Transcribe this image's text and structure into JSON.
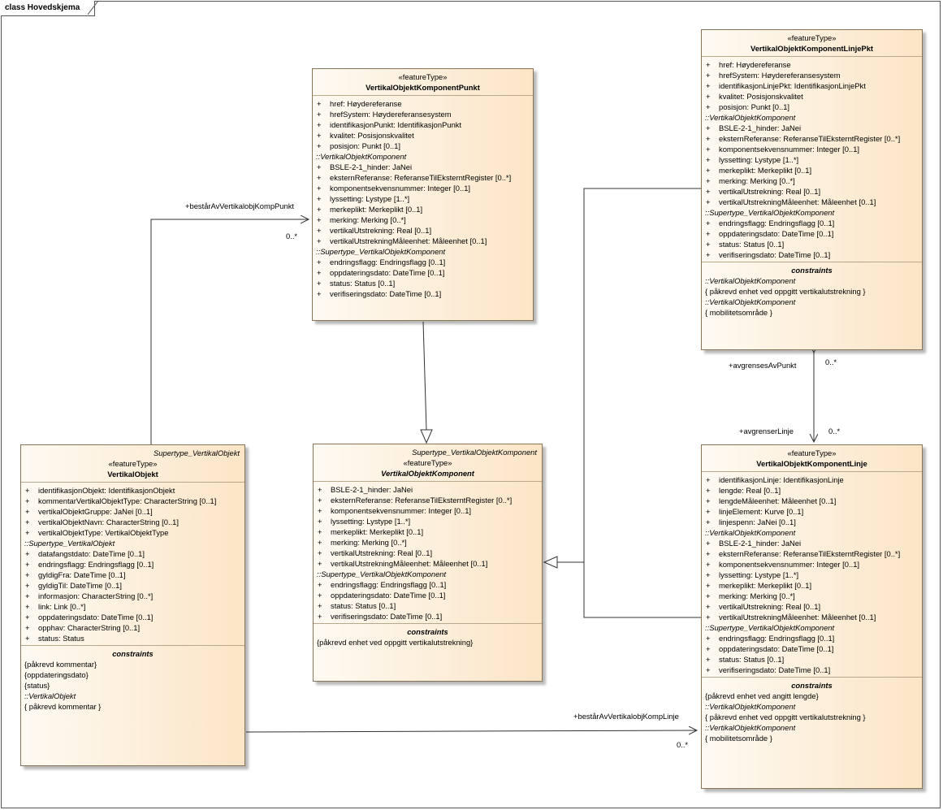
{
  "frame": {
    "title": "class Hovedskjema"
  },
  "classes": {
    "punkt": {
      "stereotype": "«featureType»",
      "name": "VertikalObjektKomponentPunkt",
      "groups": [
        {
          "title": "",
          "attrs": [
            {
              "vis": "+",
              "text": "href: Høydereferanse"
            },
            {
              "vis": "+",
              "text": "hrefSystem: Høydereferansesystem"
            },
            {
              "vis": "+",
              "text": "identifikasjonPunkt: IdentifikasjonPunkt"
            },
            {
              "vis": "+",
              "text": "kvalitet: Posisjonskvalitet"
            },
            {
              "vis": "+",
              "text": "posisjon: Punkt [0..1]"
            }
          ]
        },
        {
          "title": "::VertikalObjektKomponent",
          "attrs": [
            {
              "vis": "+",
              "text": "BSLE-2-1_hinder: JaNei"
            },
            {
              "vis": "+",
              "text": "eksternReferanse: ReferanseTilEksterntRegister [0..*]"
            },
            {
              "vis": "+",
              "text": "komponentsekvensnummer: Integer [0..1]"
            },
            {
              "vis": "+",
              "text": "lyssetting: Lystype [1..*]"
            },
            {
              "vis": "+",
              "text": "merkeplikt: Merkeplikt [0..1]"
            },
            {
              "vis": "+",
              "text": "merking: Merking [0..*]"
            },
            {
              "vis": "+",
              "text": "vertikalUtstrekning: Real [0..1]"
            },
            {
              "vis": "+",
              "text": "vertikalUtstrekningMåleenhet: Måleenhet [0..1]"
            }
          ]
        },
        {
          "title": "::Supertype_VertikalObjektKomponent",
          "attrs": [
            {
              "vis": "+",
              "text": "endringsflagg: Endringsflagg [0..1]"
            },
            {
              "vis": "+",
              "text": "oppdateringsdato: DateTime [0..1]"
            },
            {
              "vis": "+",
              "text": "status: Status [0..1]"
            },
            {
              "vis": "+",
              "text": "verifiseringsdato: DateTime [0..1]"
            }
          ]
        }
      ]
    },
    "linjepkt": {
      "stereotype": "«featureType»",
      "name": "VertikalObjektKomponentLinjePkt",
      "groups": [
        {
          "title": "",
          "attrs": [
            {
              "vis": "+",
              "text": "href: Høydereferanse"
            },
            {
              "vis": "+",
              "text": "hrefSystem: Høydereferansesystem"
            },
            {
              "vis": "+",
              "text": "identifikasjonLinjePkt: IdentifikasjonLinjePkt"
            },
            {
              "vis": "+",
              "text": "kvalitet: Posisjonskvalitet"
            },
            {
              "vis": "+",
              "text": "posisjon: Punkt [0..1]"
            }
          ]
        },
        {
          "title": "::VertikalObjektKomponent",
          "attrs": [
            {
              "vis": "+",
              "text": "BSLE-2-1_hinder: JaNei"
            },
            {
              "vis": "+",
              "text": "eksternReferanse: ReferanseTilEksterntRegister [0..*]"
            },
            {
              "vis": "+",
              "text": "komponentsekvensnummer: Integer [0..1]"
            },
            {
              "vis": "+",
              "text": "lyssetting: Lystype [1..*]"
            },
            {
              "vis": "+",
              "text": "merkeplikt: Merkeplikt [0..1]"
            },
            {
              "vis": "+",
              "text": "merking: Merking [0..*]"
            },
            {
              "vis": "+",
              "text": "vertikalUtstrekning: Real [0..1]"
            },
            {
              "vis": "+",
              "text": "vertikalUtstrekningMåleenhet: Måleenhet [0..1]"
            }
          ]
        },
        {
          "title": "::Supertype_VertikalObjektKomponent",
          "attrs": [
            {
              "vis": "+",
              "text": "endringsflagg: Endringsflagg [0..1]"
            },
            {
              "vis": "+",
              "text": "oppdateringsdato: DateTime [0..1]"
            },
            {
              "vis": "+",
              "text": "status: Status [0..1]"
            },
            {
              "vis": "+",
              "text": "verifiseringsdato: DateTime [0..1]"
            }
          ]
        }
      ],
      "constraints": {
        "title": "constraints",
        "lines": [
          {
            "italic": true,
            "text": "::VertikalObjektKomponent"
          },
          {
            "italic": false,
            "text": "{ påkrevd enhet ved oppgitt vertikalutstrekning }"
          },
          {
            "italic": true,
            "text": "::VertikalObjektKomponent"
          },
          {
            "italic": false,
            "text": "{ mobilitetsområde }"
          }
        ]
      }
    },
    "objekt": {
      "supertype": "Supertype_VertikalObjekt",
      "stereotype": "«featureType»",
      "name": "VertikalObjekt",
      "groups": [
        {
          "title": "",
          "attrs": [
            {
              "vis": "+",
              "text": "identifikasjonObjekt: IdentifikasjonObjekt"
            },
            {
              "vis": "+",
              "text": "kommentarVertikalObjektType: CharacterString [0..1]"
            },
            {
              "vis": "+",
              "text": "vertikalObjektGruppe: JaNei [0..1]"
            },
            {
              "vis": "+",
              "text": "vertikalObjektNavn: CharacterString [0..1]"
            },
            {
              "vis": "+",
              "text": "vertikalObjektType: VertikalObjektType"
            }
          ]
        },
        {
          "title": "::Supertype_VertikalObjekt",
          "attrs": [
            {
              "vis": "+",
              "text": "datafangstdato: DateTime [0..1]"
            },
            {
              "vis": "+",
              "text": "endringsflagg: Endringsflagg [0..1]"
            },
            {
              "vis": "+",
              "text": "gyldigFra: DateTime [0..1]"
            },
            {
              "vis": "+",
              "text": "gyldigTil: DateTime [0..1]"
            },
            {
              "vis": "+",
              "text": "informasjon: CharacterString [0..*]"
            },
            {
              "vis": "+",
              "text": "link: Link [0..*]"
            },
            {
              "vis": "+",
              "text": "oppdateringsdato: DateTime [0..1]"
            },
            {
              "vis": "+",
              "text": "opphav: CharacterString [0..1]"
            },
            {
              "vis": "+",
              "text": "status: Status"
            }
          ]
        }
      ],
      "constraints": {
        "title": "constraints",
        "lines": [
          {
            "italic": false,
            "text": "{påkrevd kommentar}"
          },
          {
            "italic": false,
            "text": "{oppdateringsdato}"
          },
          {
            "italic": false,
            "text": "{status}"
          },
          {
            "italic": true,
            "text": "::VertikalObjekt"
          },
          {
            "italic": false,
            "text": "{ påkrevd kommentar }"
          }
        ]
      }
    },
    "komponent": {
      "supertype": "Supertype_VertikalObjektKomponent",
      "stereotype": "«featureType»",
      "name": "VertikalObjektKomponent",
      "groups": [
        {
          "title": "",
          "attrs": [
            {
              "vis": "+",
              "text": "BSLE-2-1_hinder: JaNei"
            },
            {
              "vis": "+",
              "text": "eksternReferanse: ReferanseTilEksterntRegister [0..*]"
            },
            {
              "vis": "+",
              "text": "komponentsekvensnummer: Integer [0..1]"
            },
            {
              "vis": "+",
              "text": "lyssetting: Lystype [1..*]"
            },
            {
              "vis": "+",
              "text": "merkeplikt: Merkeplikt [0..1]"
            },
            {
              "vis": "+",
              "text": "merking: Merking [0..*]"
            },
            {
              "vis": "+",
              "text": "vertikalUtstrekning: Real [0..1]"
            },
            {
              "vis": "+",
              "text": "vertikalUtstrekningMåleenhet: Måleenhet [0..1]"
            }
          ]
        },
        {
          "title": "::Supertype_VertikalObjektKomponent",
          "attrs": [
            {
              "vis": "+",
              "text": "endringsflagg: Endringsflagg [0..1]"
            },
            {
              "vis": "+",
              "text": "oppdateringsdato: DateTime [0..1]"
            },
            {
              "vis": "+",
              "text": "status: Status [0..1]"
            },
            {
              "vis": "+",
              "text": "verifiseringsdato: DateTime [0..1]"
            }
          ]
        }
      ],
      "constraints": {
        "title": "constraints",
        "lines": [
          {
            "italic": false,
            "text": "{påkrevd enhet ved oppgitt vertikalutstrekning}"
          }
        ]
      }
    },
    "linje": {
      "stereotype": "«featureType»",
      "name": "VertikalObjektKomponentLinje",
      "groups": [
        {
          "title": "",
          "attrs": [
            {
              "vis": "+",
              "text": "identifikasjonLinje: IdentifikasjonLinje"
            },
            {
              "vis": "+",
              "text": "lengde: Real [0..1]"
            },
            {
              "vis": "+",
              "text": "lengdeMåleenhet: Måleenhet [0..1]"
            },
            {
              "vis": "+",
              "text": "linjeElement: Kurve [0..1]"
            },
            {
              "vis": "+",
              "text": "linjespenn: JaNei [0..1]"
            }
          ]
        },
        {
          "title": "::VertikalObjektKomponent",
          "attrs": [
            {
              "vis": "+",
              "text": "BSLE-2-1_hinder: JaNei"
            },
            {
              "vis": "+",
              "text": "eksternReferanse: ReferanseTilEksterntRegister [0..*]"
            },
            {
              "vis": "+",
              "text": "komponentsekvensnummer: Integer [0..1]"
            },
            {
              "vis": "+",
              "text": "lyssetting: Lystype [1..*]"
            },
            {
              "vis": "+",
              "text": "merkeplikt: Merkeplikt [0..1]"
            },
            {
              "vis": "+",
              "text": "merking: Merking [0..*]"
            },
            {
              "vis": "+",
              "text": "vertikalUtstrekning: Real [0..1]"
            },
            {
              "vis": "+",
              "text": "vertikalUtstrekningMåleenhet: Måleenhet [0..1]"
            }
          ]
        },
        {
          "title": "::Supertype_VertikalObjektKomponent",
          "attrs": [
            {
              "vis": "+",
              "text": "endringsflagg: Endringsflagg [0..1]"
            },
            {
              "vis": "+",
              "text": "oppdateringsdato: DateTime [0..1]"
            },
            {
              "vis": "+",
              "text": "status: Status [0..1]"
            },
            {
              "vis": "+",
              "text": "verifiseringsdato: DateTime [0..1]"
            }
          ]
        }
      ],
      "constraints": {
        "title": "constraints",
        "lines": [
          {
            "italic": false,
            "text": "{påkrevd enhet ved angitt lengde}"
          },
          {
            "italic": true,
            "text": "::VertikalObjektKomponent"
          },
          {
            "italic": false,
            "text": "{ påkrevd enhet ved oppgitt vertikalutstrekning }"
          },
          {
            "italic": true,
            "text": "::VertikalObjektKomponent"
          },
          {
            "italic": false,
            "text": "{ mobilitetsområde }"
          }
        ]
      }
    }
  },
  "associations": {
    "komp_punkt_role": "+bestårAvVertikalobjKompPunkt",
    "komp_punkt_mult": "0..*",
    "komp_linje_role": "+bestårAvVertikalobjKompLinje",
    "komp_linje_mult": "0..*",
    "avgrenses_role": "+avgrensesAvPunkt",
    "avgrenses_mult": "0..*",
    "avgrenser_role": "+avgrenserLinje",
    "avgrenser_mult": "0..*"
  },
  "colors": {
    "line": "#333333",
    "border": "#8a7456"
  }
}
